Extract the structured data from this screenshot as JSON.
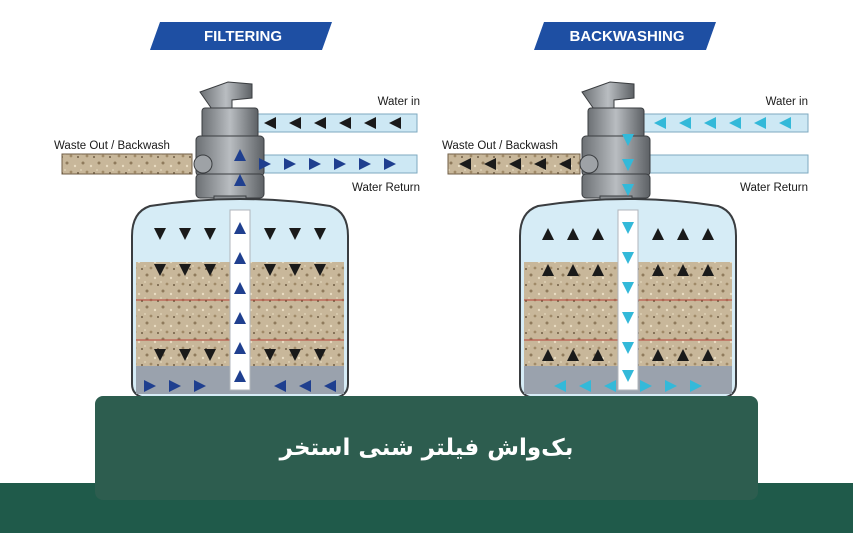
{
  "panels": {
    "filtering": {
      "title": "FILTERING",
      "labels": {
        "water_in": "Water in",
        "waste_out": "Waste Out / Backwash",
        "water_return": "Water Return"
      }
    },
    "backwashing": {
      "title": "BACKWASHING",
      "labels": {
        "water_in": "Water in",
        "waste_out": "Waste Out / Backwash",
        "water_return": "Water Return"
      }
    }
  },
  "colors": {
    "banner": "#1e4fa3",
    "arrow_filtering": "#1f3f8f",
    "arrow_backwashing": "#33b9d9",
    "arrow_dark": "#1a1a1a",
    "caption_box": "#2d5d4f",
    "footer_band": "#1f5a4a",
    "pipe_water": "#cde8f4",
    "pipe_waste": "#c9b590"
  },
  "caption": {
    "text": "بک‌واش فیلتر شنی استخر"
  }
}
